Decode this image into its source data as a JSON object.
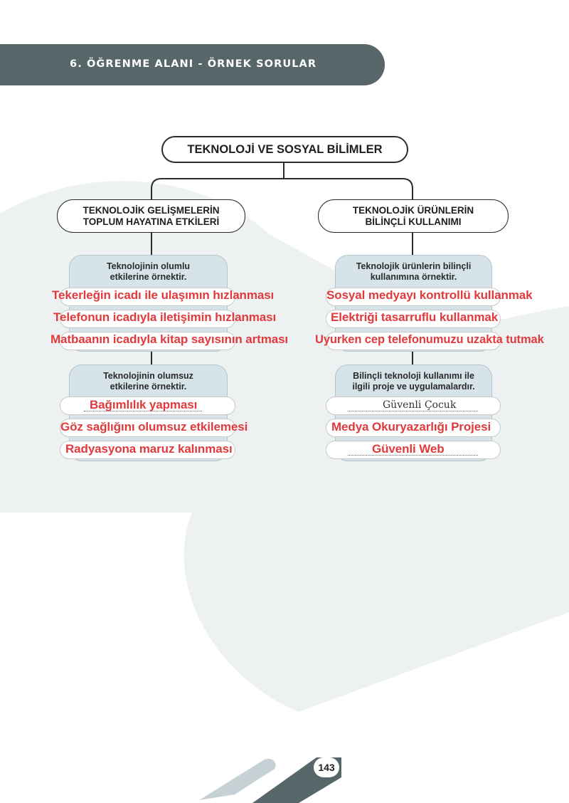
{
  "header": {
    "title": "6. ÖĞRENME ALANI - ÖRNEK SORULAR"
  },
  "diagram": {
    "main_title": "TEKNOLOJİ VE SOSYAL BİLİMLER",
    "left": {
      "title_line1": "TEKNOLOJİK GELİŞMELERİN",
      "title_line2": "TOPLUM HAYATINA ETKİLERİ",
      "positive": {
        "title_line1": "Teknolojinin olumlu",
        "title_line2": "etkilerine örnektir.",
        "answers": [
          "Tekerleğin icadı ile ulaşımın hızlanması",
          "Telefonun icadıyla iletişimin hızlanması",
          "Matbaanın icadıyla kitap sayısının artması"
        ]
      },
      "negative": {
        "title_line1": "Teknolojinin olumsuz",
        "title_line2": "etkilerine örnektir.",
        "answers": [
          "Bağımlılık yapması",
          "Göz sağlığını olumsuz etkilemesi",
          "Radyasyona maruz kalınması"
        ]
      }
    },
    "right": {
      "title_line1": "TEKNOLOJİK ÜRÜNLERİN",
      "title_line2": "BİLİNÇLİ KULLANIMI",
      "examples": {
        "title_line1": "Teknolojik ürünlerin bilinçli",
        "title_line2": "kullanımına örnektir.",
        "answers": [
          "Sosyal medyayı kontrollü kullanmak",
          "Elektriği tasarruflu kullanmak",
          "Uyurken cep telefonumuzu uzakta tutmak"
        ]
      },
      "projects": {
        "title_line1": "Bilinçli teknoloji kullanımı ile",
        "title_line2": "ilgili proje ve uygulamalardır.",
        "answers": [
          "Güvenli Çocuk",
          "Medya Okuryazarlığı Projesi",
          "Güvenli Web"
        ]
      }
    }
  },
  "footer": {
    "page_number": "143"
  },
  "colors": {
    "accent_dark": "#566669",
    "answer_red": "#e03a3c",
    "card_blue": "#d6e4e9"
  }
}
